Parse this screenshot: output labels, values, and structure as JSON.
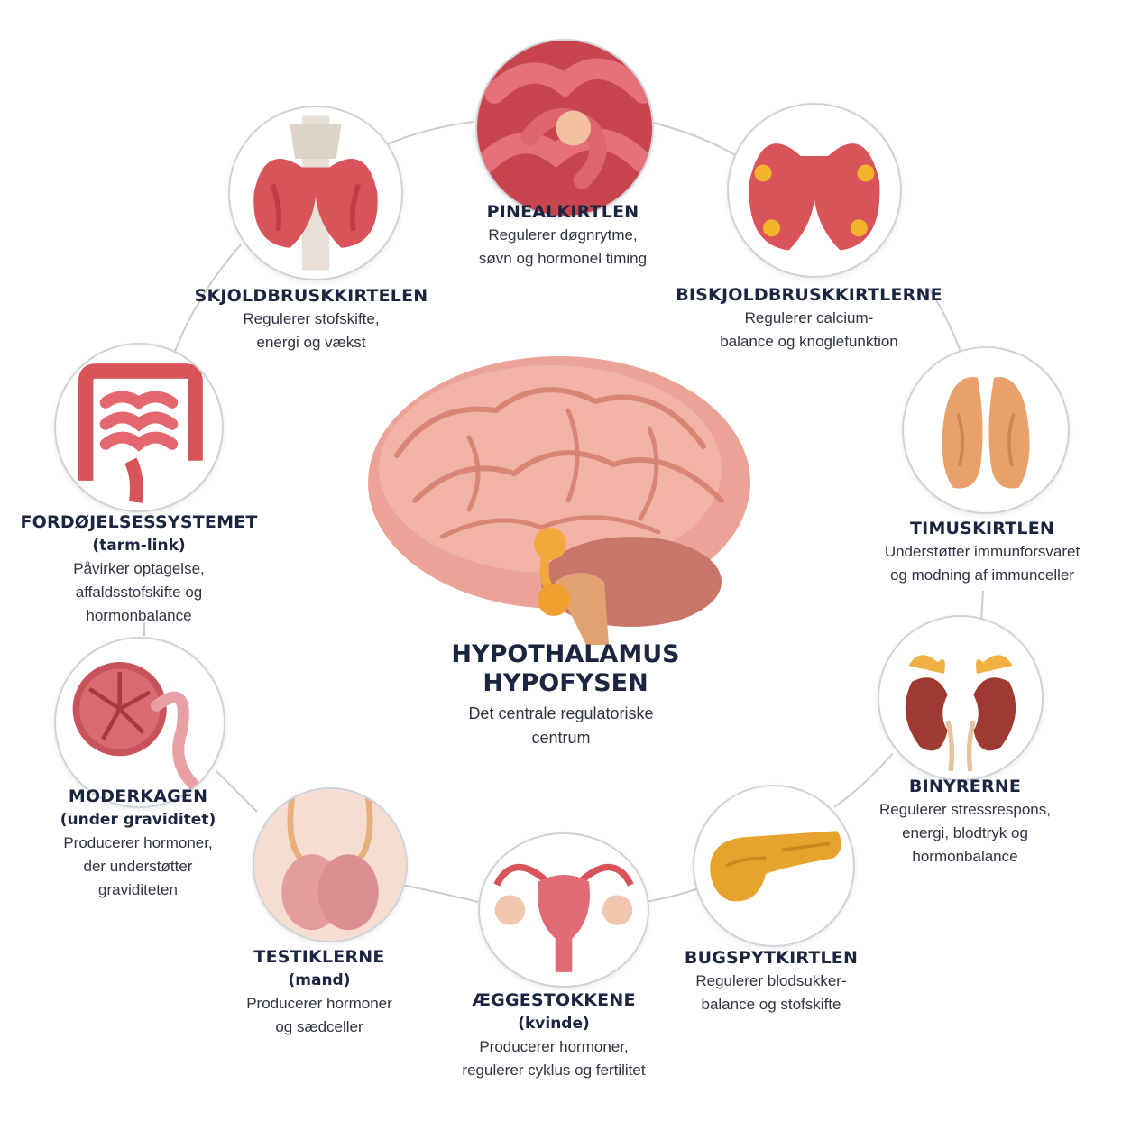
{
  "center": {
    "title_line1": "HYPOTHALAMUS",
    "title_line2": "HYPOFYSEN",
    "desc_line1": "Det centrale regulatoriske",
    "desc_line2": "centrum",
    "icon": "brain-icon"
  },
  "glands": {
    "pineal": {
      "title": "PINEALKIRTLEN",
      "desc1": "Regulerer døgnrytme,",
      "desc2": "søvn og hormonel timing",
      "icon": "pineal-icon"
    },
    "thyroid": {
      "title": "SKJOLDBRUSKKIRTELEN",
      "desc1": "Regulerer stofskifte,",
      "desc2": "energi og vækst",
      "icon": "thyroid-icon"
    },
    "parathyroid": {
      "title": "BISKJOLDBRUSKKIRTLERNE",
      "desc1": "Regulerer calcium-",
      "desc2": "balance og knoglefunktion",
      "icon": "parathyroid-icon"
    },
    "digestive": {
      "title": "FORDØJELSESSYSTEMET",
      "sub": "(tarm-link)",
      "desc1": "Påvirker optagelse,",
      "desc2": "affaldsstofskifte og",
      "desc3": "hormonbalance",
      "icon": "intestine-icon"
    },
    "thymus": {
      "title": "TIMUSKIRTLEN",
      "desc1": "Understøtter immunforsvaret",
      "desc2": "og modning af immunceller",
      "icon": "thymus-icon"
    },
    "placenta": {
      "title": "MODERKAGEN",
      "sub": "(under graviditet)",
      "desc1": "Producerer hormoner,",
      "desc2": "der understøtter",
      "desc3": "graviditeten",
      "icon": "placenta-icon"
    },
    "adrenal": {
      "title": "BINYRERNE",
      "desc1": "Regulerer stressrespons,",
      "desc2": "energi, blodtryk og",
      "desc3": "hormonbalance",
      "icon": "kidney-icon"
    },
    "testes": {
      "title": "TESTIKLERNE",
      "sub": "(mand)",
      "desc1": "Producerer hormoner",
      "desc2": "og sædceller",
      "icon": "testes-icon"
    },
    "ovaries": {
      "title": "ÆGGESTOKKENE",
      "sub": "(kvinde)",
      "desc1": "Producerer hormoner,",
      "desc2": "regulerer cyklus og fertilitet",
      "icon": "uterus-icon"
    },
    "pancreas": {
      "title": "BUGSPYTKIRTLEN",
      "desc1": "Regulerer blodsukker-",
      "desc2": "balance og stofskifte",
      "icon": "pancreas-icon"
    }
  },
  "colors": {
    "ring": "#c9cdd2",
    "title": "#1b2540",
    "organ_red": "#d9535a",
    "organ_yellow": "#e6a42e",
    "organ_peach": "#e9a06a",
    "brain_pink": "#eaa396"
  }
}
